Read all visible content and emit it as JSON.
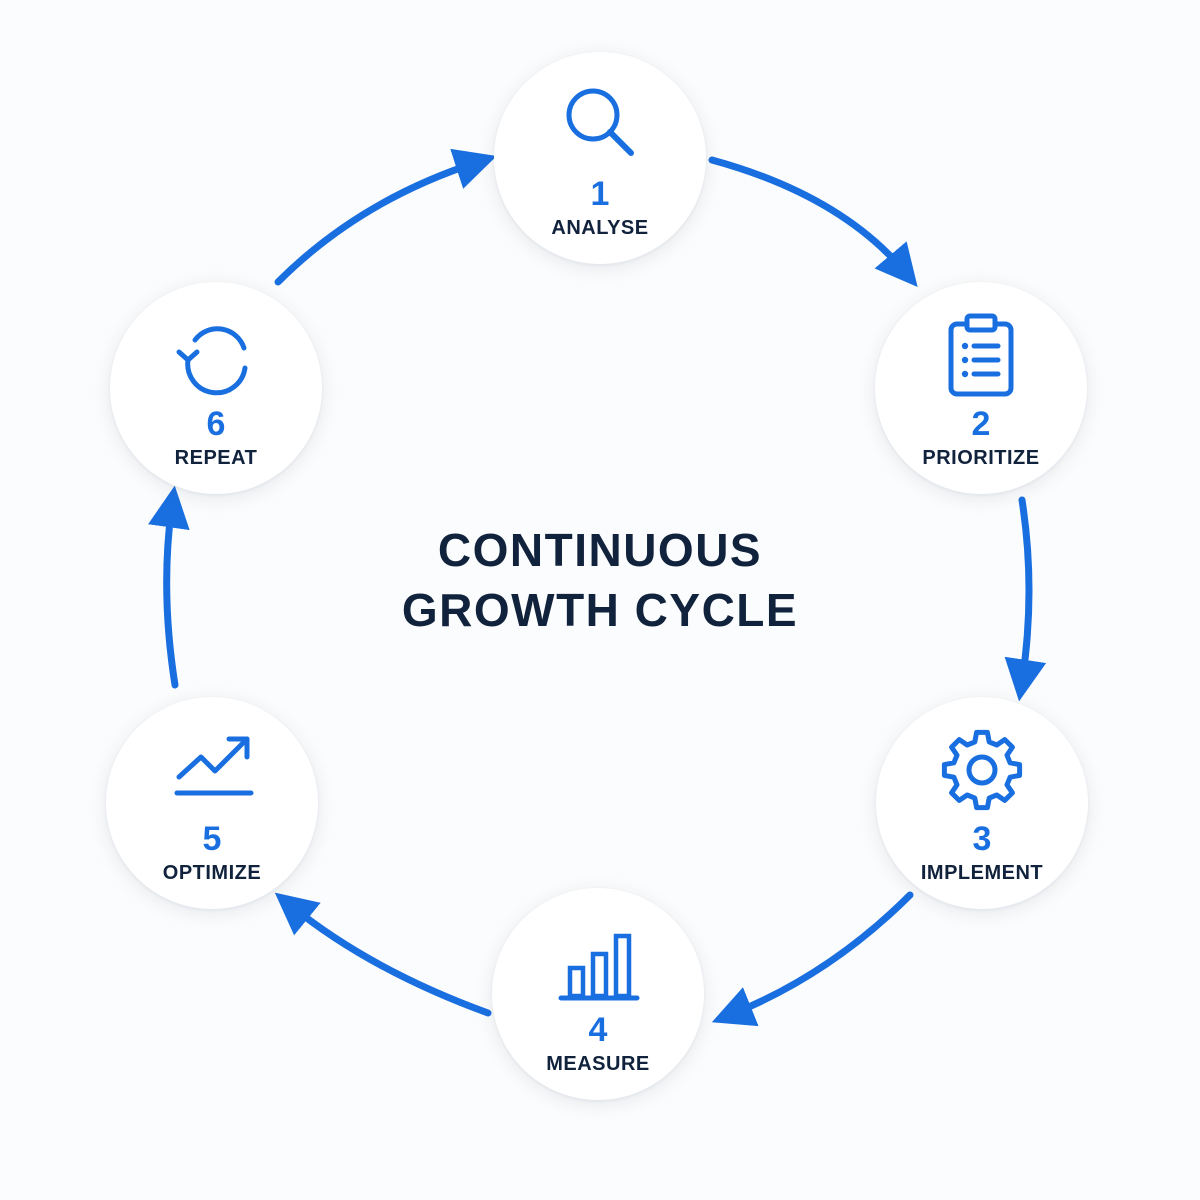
{
  "title": {
    "line1": "CONTINUOUS",
    "line2": "GROWTH CYCLE"
  },
  "accent_color": "#1a6fe0",
  "text_color": "#10223c",
  "steps": [
    {
      "number": "1",
      "label": "ANALYSE",
      "icon": "magnifier-icon"
    },
    {
      "number": "2",
      "label": "PRIORITIZE",
      "icon": "clipboard-list-icon"
    },
    {
      "number": "3",
      "label": "IMPLEMENT",
      "icon": "gear-icon"
    },
    {
      "number": "4",
      "label": "MEASURE",
      "icon": "bar-chart-icon"
    },
    {
      "number": "5",
      "label": "OPTIMIZE",
      "icon": "trend-up-icon"
    },
    {
      "number": "6",
      "label": "REPEAT",
      "icon": "refresh-icon"
    }
  ]
}
